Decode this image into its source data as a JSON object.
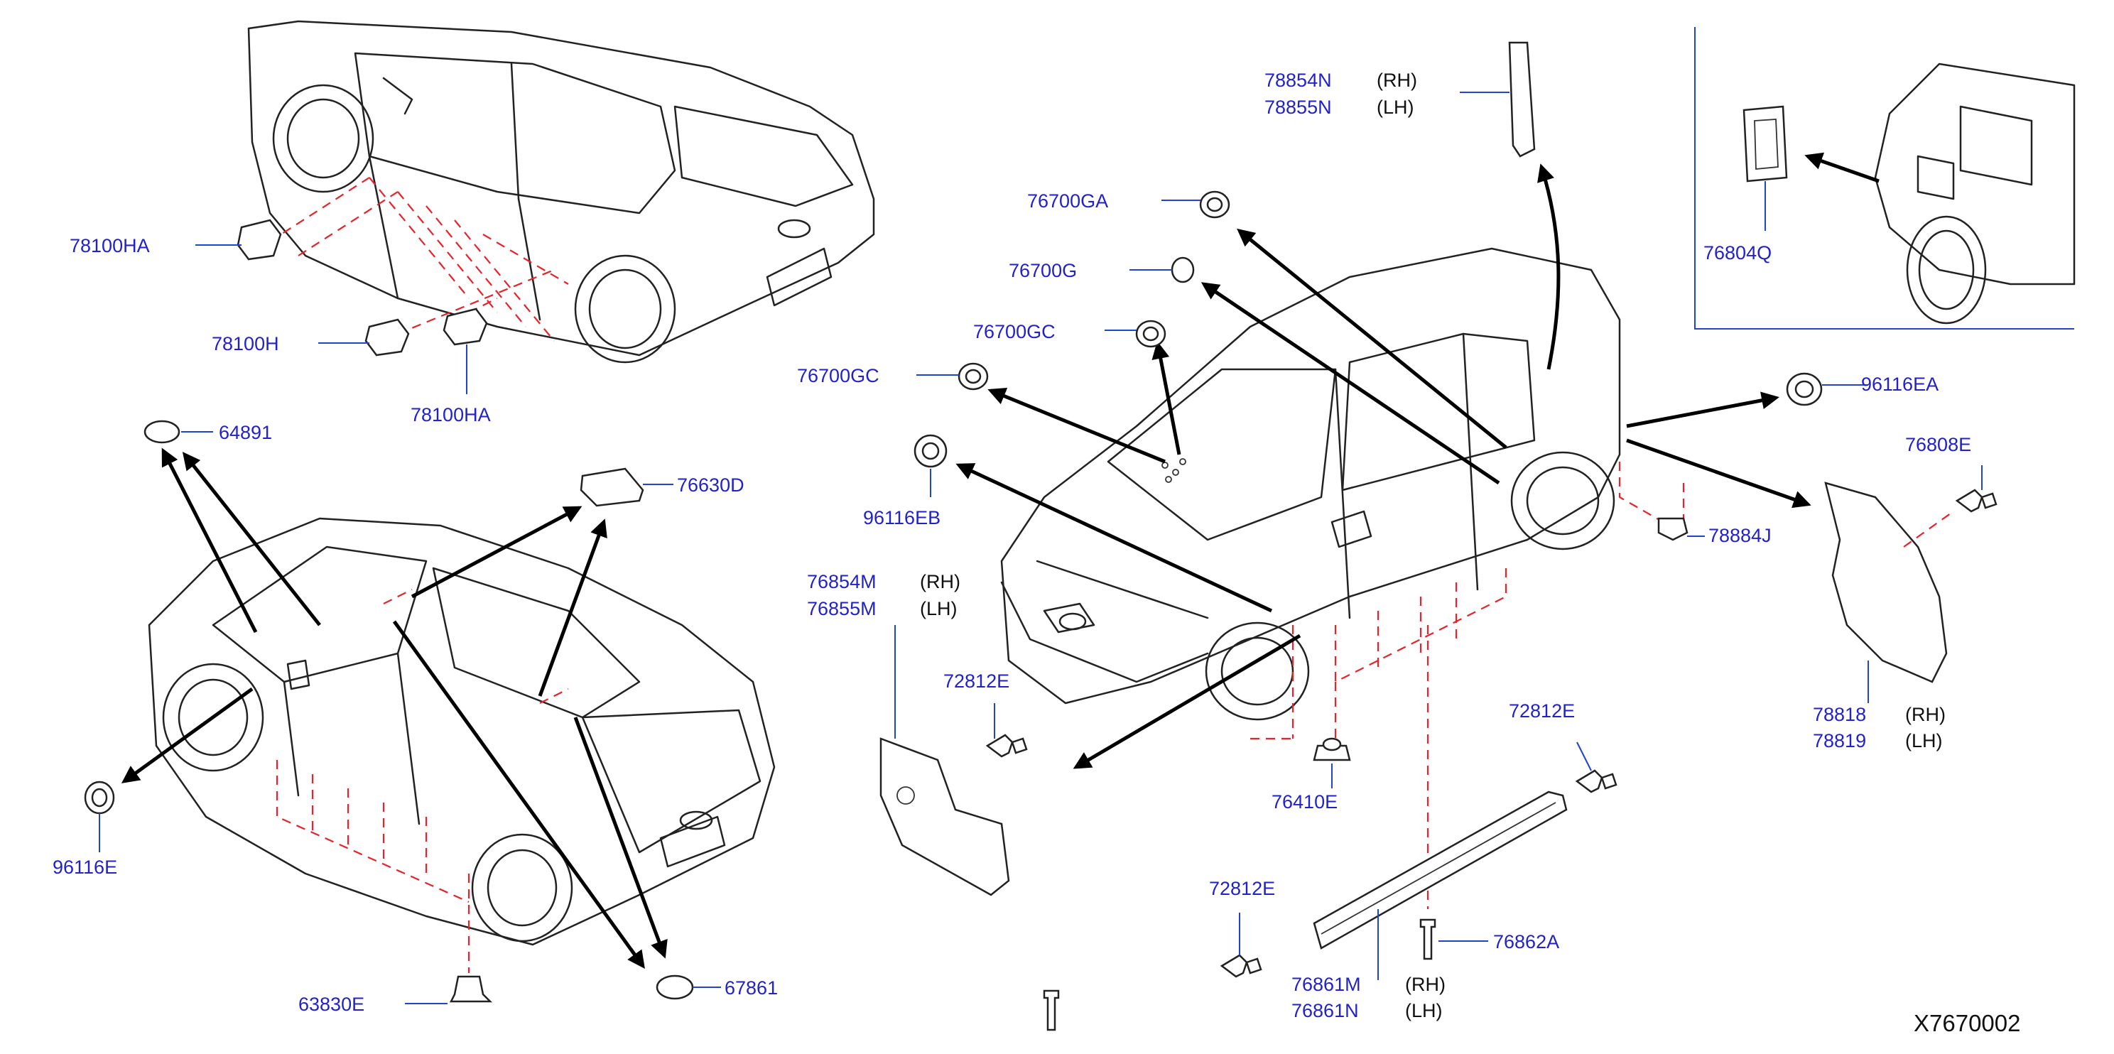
{
  "labels": {
    "p78100HA_a": "78100HA",
    "p78100H": "78100H",
    "p78100HA_b": "78100HA",
    "p64891": "64891",
    "p76630D": "76630D",
    "p96116E": "96116E",
    "p63830E": "63830E",
    "p67861": "67861",
    "p78854N": "78854N",
    "p78855N": "78855N",
    "p76700GA": "76700GA",
    "p76700G": "76700G",
    "p76700GC_a": "76700GC",
    "p76700GC_b": "76700GC",
    "p96116EB": "96116EB",
    "p76854M": "76854M",
    "p76855M": "76855M",
    "p72812E_a": "72812E",
    "p72812E_b": "72812E",
    "p72812E_c": "72812E",
    "p76410E": "76410E",
    "p76862A": "76862A",
    "p76861M": "76861M",
    "p76861N": "76861N",
    "p76804Q": "76804Q",
    "p96116EA": "96116EA",
    "p76808E": "76808E",
    "p78884J": "78884J",
    "p78818": "78818",
    "p78819": "78819"
  },
  "sides": {
    "rh": "(RH)",
    "lh": "(LH)"
  },
  "diagram_code": "X7670002",
  "colors": {
    "part_number": "#2222cc",
    "leader": "#2244cc",
    "guide_dash": "#e8222a",
    "arrow": "#000000",
    "line_art": "#222222"
  }
}
